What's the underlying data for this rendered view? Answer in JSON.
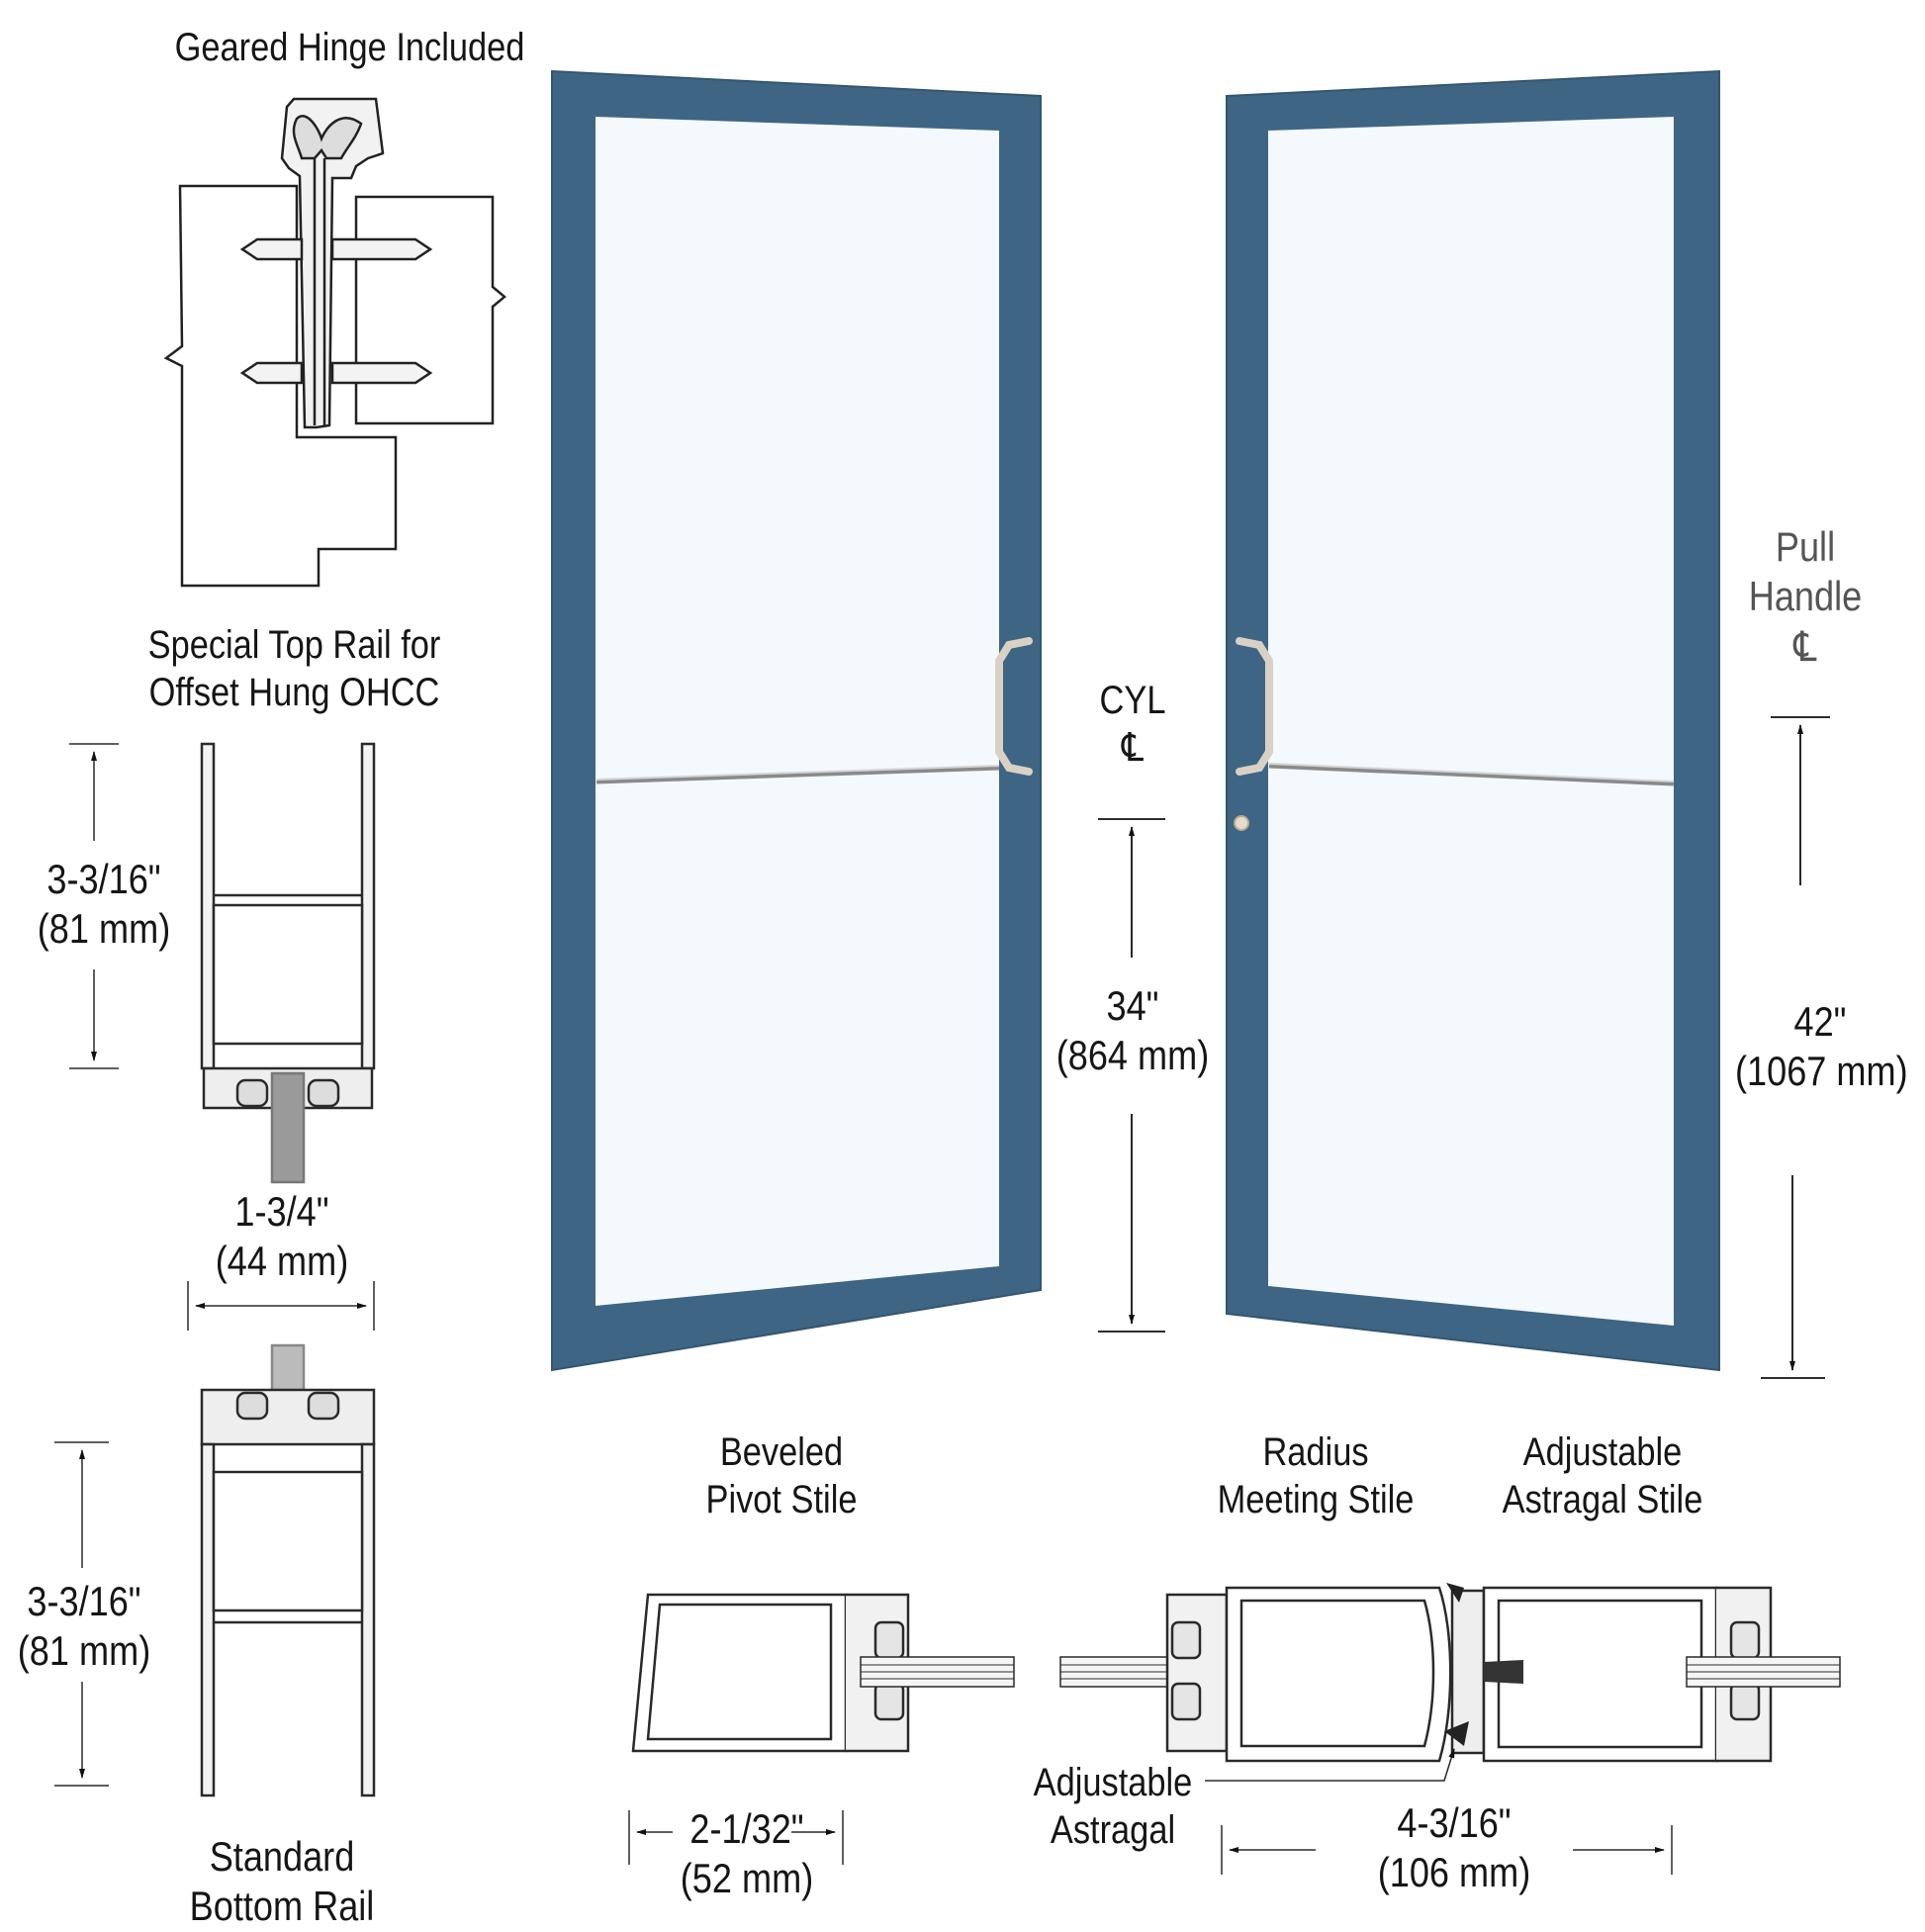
{
  "diagram": {
    "title": "Geared Hinge Included",
    "colors": {
      "door_frame": "#3f6584",
      "door_frame_edge": "#34566f",
      "glass": "#f4f9fd",
      "handle": "#d9d2c4",
      "line": "#222222",
      "background": "#ffffff"
    },
    "hinge": {
      "label": "Geared Hinge Included"
    },
    "top_rail": {
      "label_line1": "Special Top Rail for",
      "label_line2": "Offset Hung OHCC",
      "height_in": "3-3/16\"",
      "height_mm": "(81 mm)",
      "depth_in": "1-3/4\"",
      "depth_mm": "(44 mm)"
    },
    "bottom_rail": {
      "label_line1": "Standard",
      "label_line2": "Bottom Rail",
      "height_in": "3-3/16\"",
      "height_mm": "(81 mm)"
    },
    "doors": {
      "cylinder": {
        "label": "CYL",
        "centerline": "℄",
        "height_in": "34\"",
        "height_mm": "(864 mm)"
      },
      "pull_handle": {
        "label_line1": "Pull",
        "label_line2": "Handle",
        "centerline": "℄",
        "height_in": "42\"",
        "height_mm": "(1067 mm)"
      }
    },
    "pivot_stile": {
      "label_line1": "Beveled",
      "label_line2": "Pivot Stile",
      "width_in": "2-1/32\"",
      "width_mm": "(52 mm)"
    },
    "meeting_stile": {
      "label_line1": "Radius",
      "label_line2": "Meeting Stile"
    },
    "astragal_stile": {
      "label_line1": "Adjustable",
      "label_line2": "Astragal Stile",
      "width_in": "4-3/16\"",
      "width_mm": "(106 mm)"
    },
    "astragal": {
      "label_line1": "Adjustable",
      "label_line2": "Astragal"
    }
  }
}
